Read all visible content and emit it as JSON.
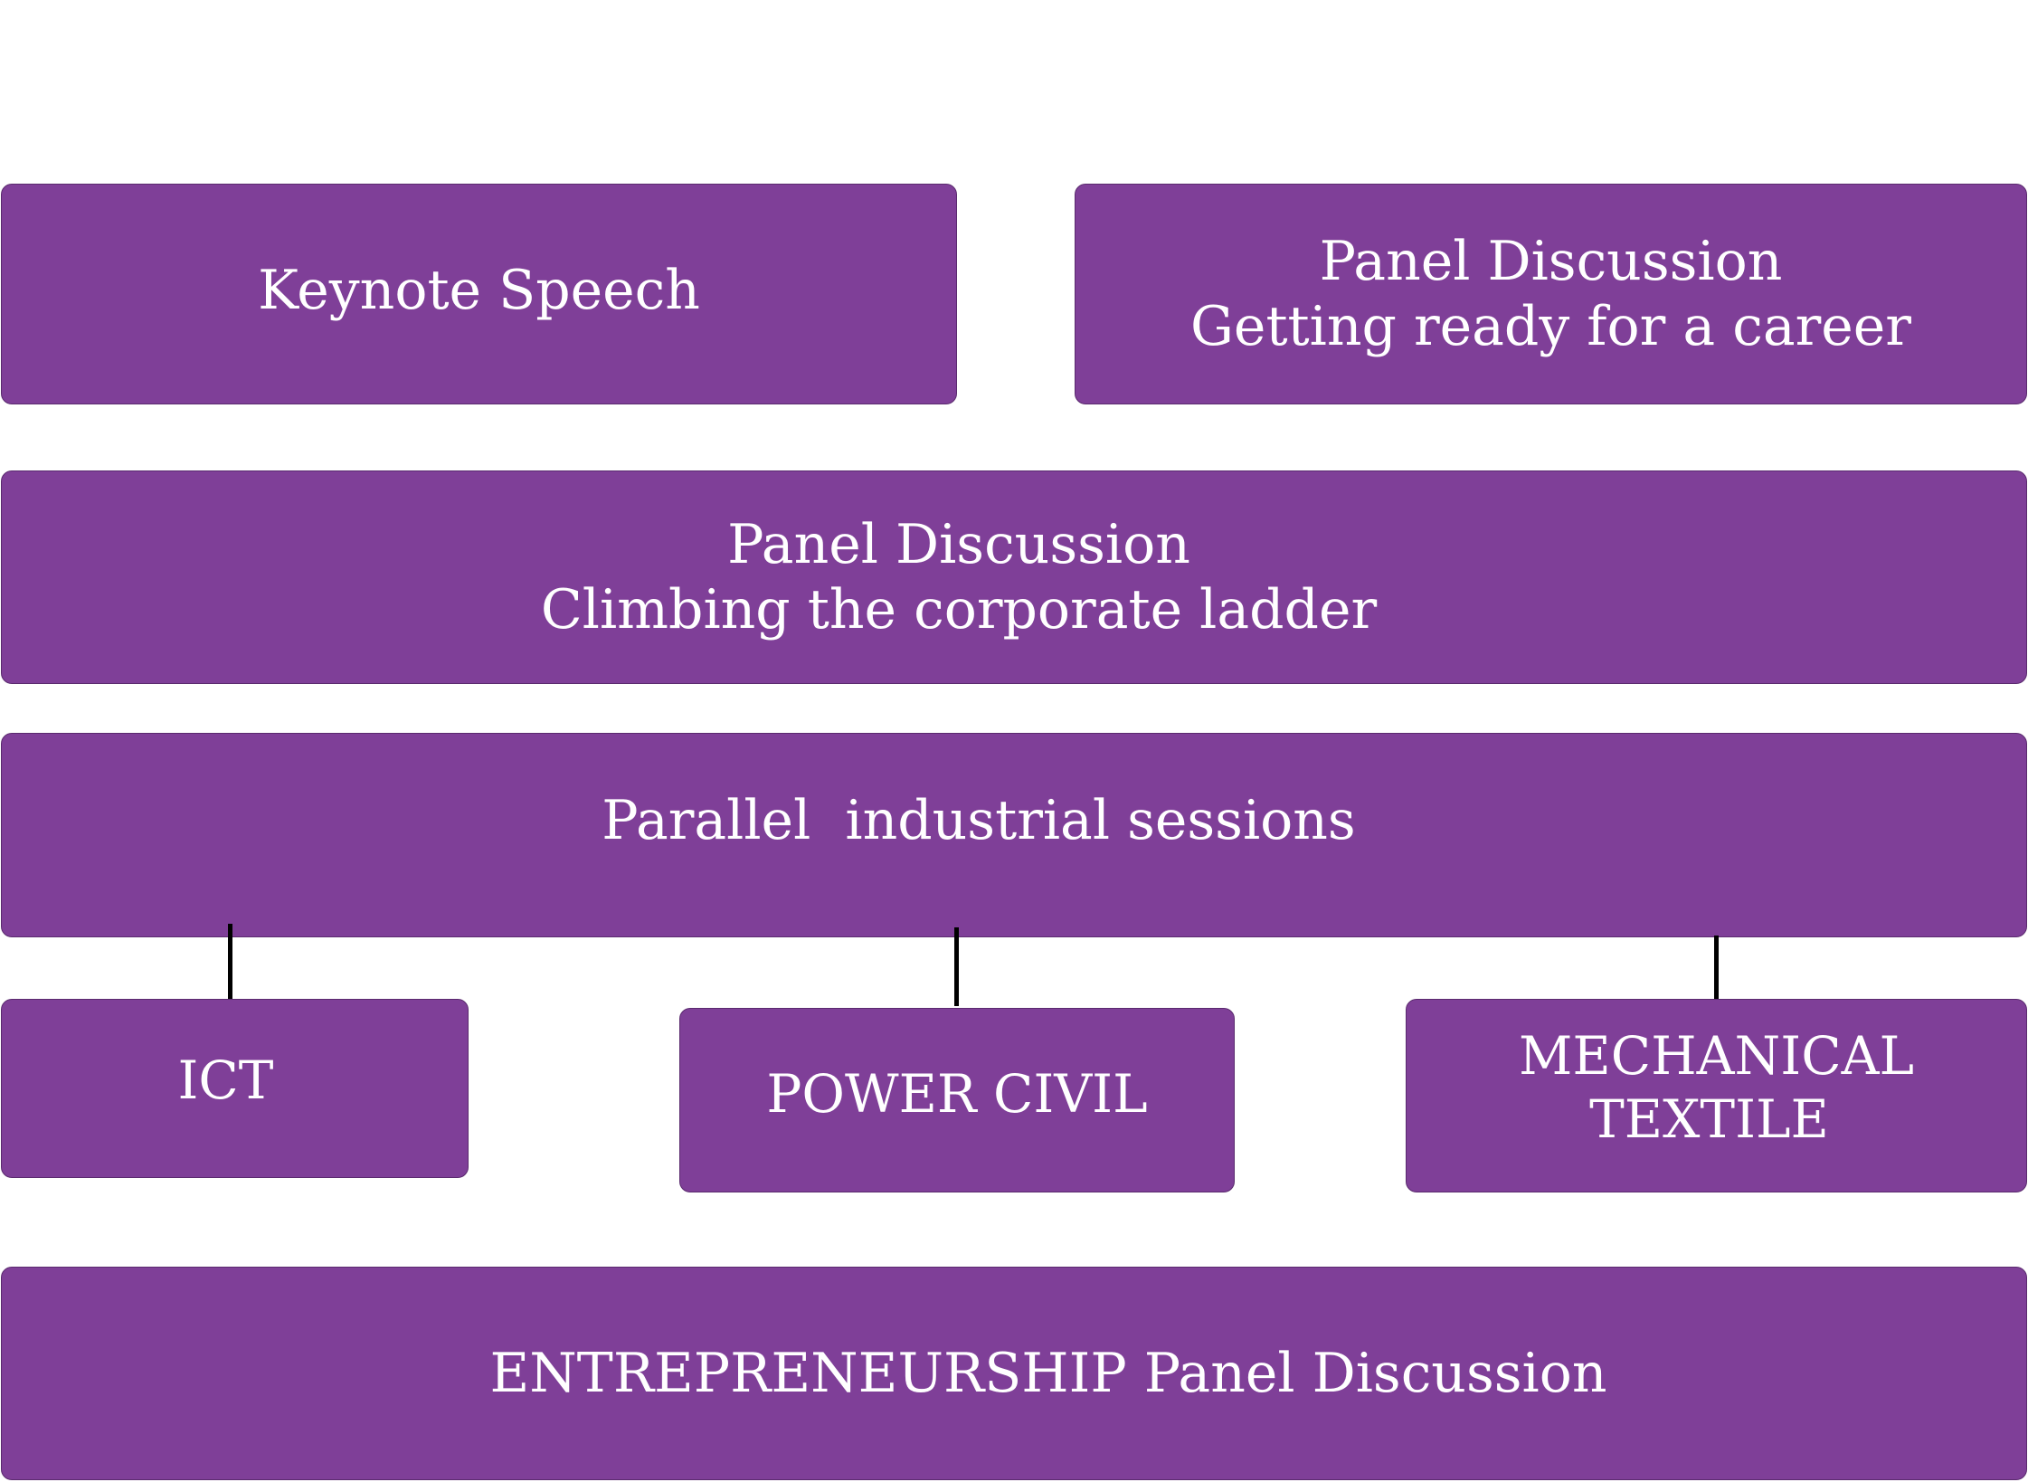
{
  "diagram": {
    "fill_color": "#7f3f98",
    "text_color": "#ffffff",
    "connector_color": "#000000",
    "boxes": {
      "keynote": {
        "line1": "Keynote Speech"
      },
      "panel_career": {
        "line1": "Panel Discussion",
        "line2": "Getting ready for a career"
      },
      "panel_corporate": {
        "line1": "Panel Discussion",
        "line2": "Climbing the corporate ladder"
      },
      "parallel": {
        "line1": "Parallel  industrial sessions"
      },
      "ict": {
        "line1": "ICT"
      },
      "power_civil": {
        "line1": "POWER CIVIL"
      },
      "mechanical_textile": {
        "line1": "MECHANICAL",
        "line2": "TEXTILE"
      },
      "entrepreneurship": {
        "line1": "ENTREPRENEURSHIP Panel Discussion"
      }
    }
  }
}
